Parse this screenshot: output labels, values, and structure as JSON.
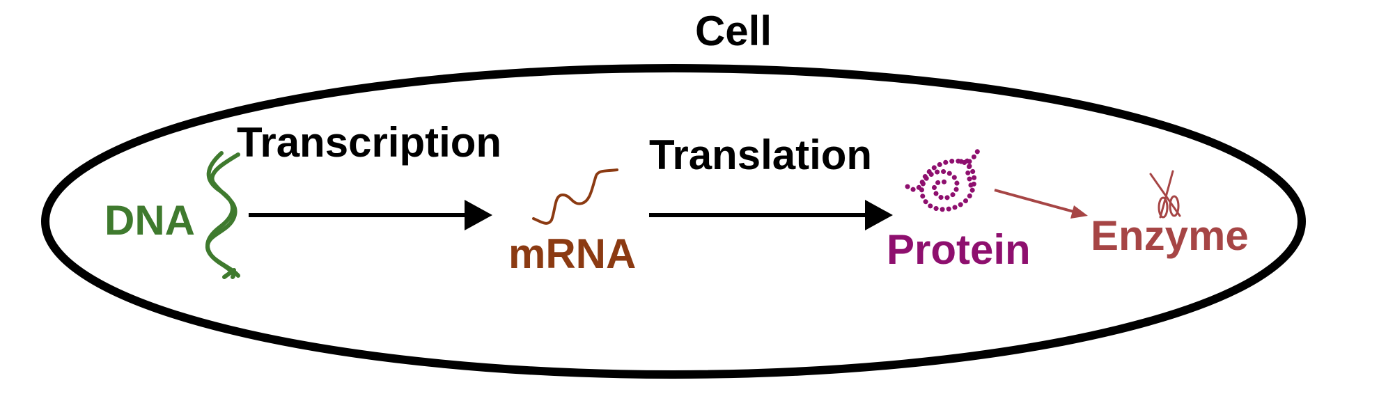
{
  "title": "Cell",
  "steps": {
    "transcription": "Transcription",
    "translation": "Translation"
  },
  "molecules": {
    "dna": "DNA",
    "mrna": "mRNA",
    "protein": "Protein",
    "enzyme": "Enzyme"
  },
  "icons": {
    "dna": "double-helix",
    "mrna": "wavy-strand",
    "protein": "folded-bead-chain",
    "enzyme": "scissors"
  },
  "colors": {
    "text": "#000000",
    "dna": "#3f7a2e",
    "mrna": "#8b3a12",
    "protein": "#8e0f6e",
    "enzyme": "#a64545"
  }
}
